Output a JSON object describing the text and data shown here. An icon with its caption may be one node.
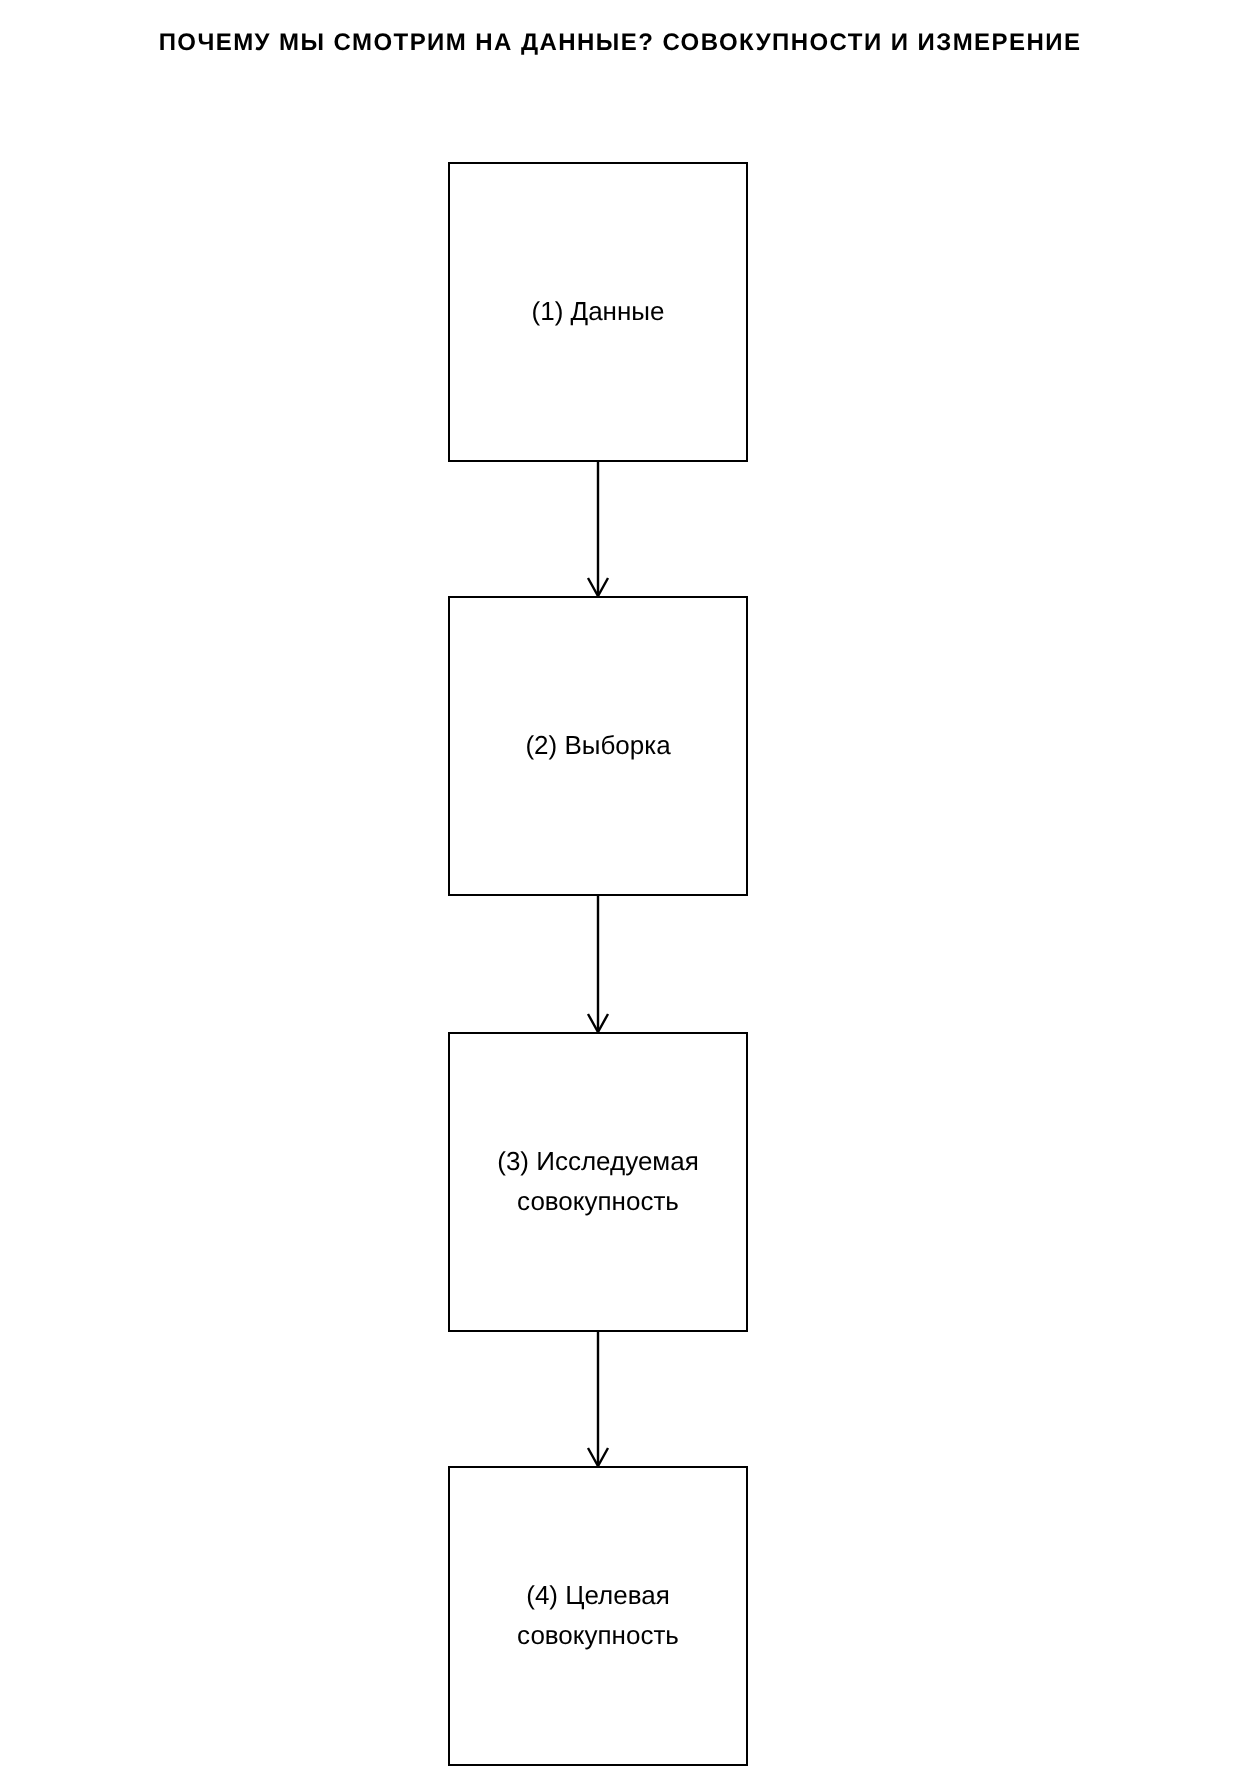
{
  "diagram": {
    "title": "ПОЧЕМУ МЫ СМОТРИМ НА ДАННЫЕ? СОВОКУПНОСТИ И ИЗМЕРЕНИЕ",
    "nodes": [
      {
        "text": [
          "(1) Данные"
        ]
      },
      {
        "text": [
          "(2) Выборка"
        ]
      },
      {
        "text": [
          "(3) Исследуемая совокупность"
        ]
      },
      {
        "text": [
          "(4) Целевая совокупность"
        ]
      }
    ],
    "edges": [
      {
        "from": 0,
        "to": 1,
        "arrow": "to"
      },
      {
        "from": 1,
        "to": 2,
        "arrow": "to"
      },
      {
        "from": 2,
        "to": 3,
        "arrow": "to"
      }
    ]
  }
}
